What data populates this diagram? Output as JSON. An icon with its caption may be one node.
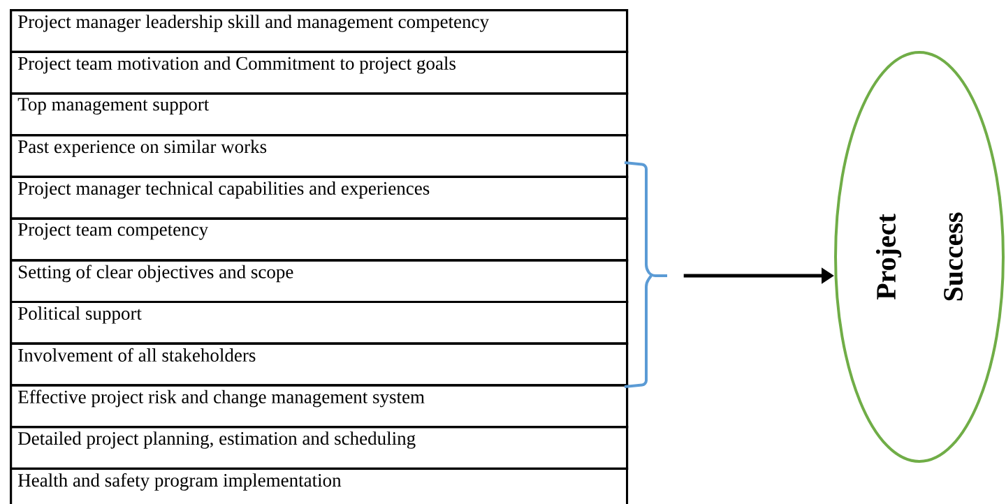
{
  "diagram": {
    "nodes": [
      {
        "text": [
          "Project manager leadership skill and management competency"
        ]
      },
      {
        "text": [
          "Project team motivation and Commitment to project goals"
        ]
      },
      {
        "text": [
          "Top management support"
        ]
      },
      {
        "text": [
          "Past experience on similar works"
        ]
      },
      {
        "text": [
          "Project manager technical capabilities and experiences"
        ]
      },
      {
        "text": [
          "Project team competency"
        ]
      },
      {
        "text": [
          "Setting of clear objectives and scope"
        ]
      },
      {
        "text": [
          "Political support"
        ]
      },
      {
        "text": [
          "Involvement of  all stakeholders"
        ]
      },
      {
        "text": [
          "Effective project risk and change management system"
        ]
      },
      {
        "text": [
          "Detailed project planning, estimation and scheduling"
        ]
      },
      {
        "text": [
          "Health and safety program  implementation"
        ]
      },
      {
        "text": [
          "Project Success"
        ]
      },
      {
        "text": [],
        "shape": "bracket"
      }
    ],
    "edges": [
      {
        "from": 13,
        "to": 12,
        "arrow": "to"
      }
    ]
  }
}
